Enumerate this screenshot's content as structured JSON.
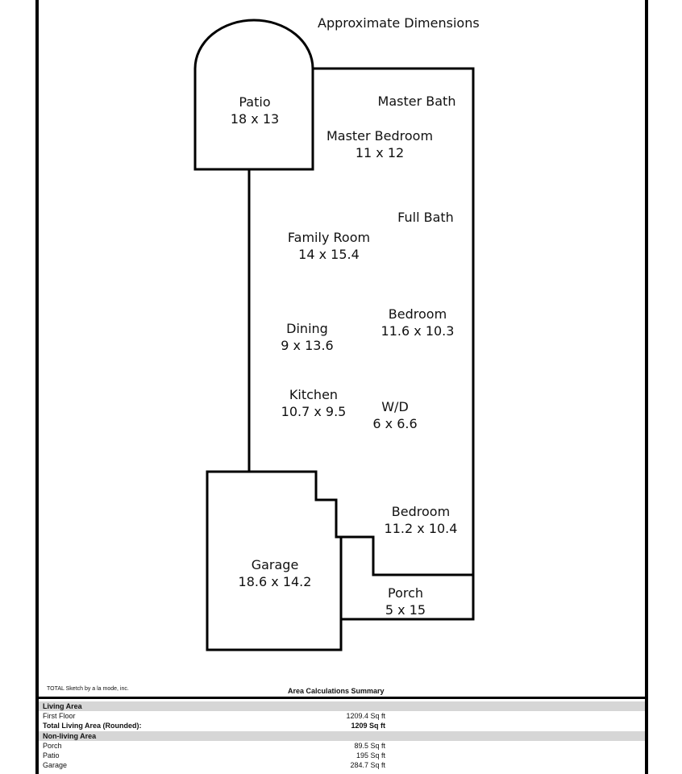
{
  "title": "Approximate Dimensions",
  "rooms": [
    {
      "id": "patio",
      "name": "Patio",
      "dims": "18 x 13"
    },
    {
      "id": "master-bath",
      "name": "Master Bath",
      "dims": ""
    },
    {
      "id": "master-bedroom",
      "name": "Master Bedroom",
      "dims": "11 x 12"
    },
    {
      "id": "full-bath",
      "name": "Full Bath",
      "dims": ""
    },
    {
      "id": "family-room",
      "name": "Family Room",
      "dims": "14 x 15.4"
    },
    {
      "id": "dining",
      "name": "Dining",
      "dims": "9 x 13.6"
    },
    {
      "id": "bedroom-1",
      "name": "Bedroom",
      "dims": "11.6 x 10.3"
    },
    {
      "id": "kitchen",
      "name": "Kitchen",
      "dims": "10.7 x 9.5"
    },
    {
      "id": "wd",
      "name": "W/D",
      "dims": "6 x 6.6"
    },
    {
      "id": "bedroom-2",
      "name": "Bedroom",
      "dims": "11.2 x 10.4"
    },
    {
      "id": "garage",
      "name": "Garage",
      "dims": "18.6 x 14.2"
    },
    {
      "id": "porch",
      "name": "Porch",
      "dims": "5 x 15"
    }
  ],
  "footer": {
    "credit": "TOTAL Sketch by a la mode, inc.",
    "summary_title": "Area Calculations Summary"
  },
  "summary": {
    "living_header": "Living Area",
    "living": [
      {
        "name": "First Floor",
        "value": "1209.4 Sq ft",
        "bold": false
      },
      {
        "name": "Total Living Area (Rounded):",
        "value": "1209 Sq ft",
        "bold": true
      }
    ],
    "nonliving_header": "Non-living Area",
    "nonliving": [
      {
        "name": "Porch",
        "value": "89.5 Sq ft"
      },
      {
        "name": "Patio",
        "value": "195 Sq ft"
      },
      {
        "name": "Garage",
        "value": "284.7 Sq ft"
      }
    ]
  }
}
